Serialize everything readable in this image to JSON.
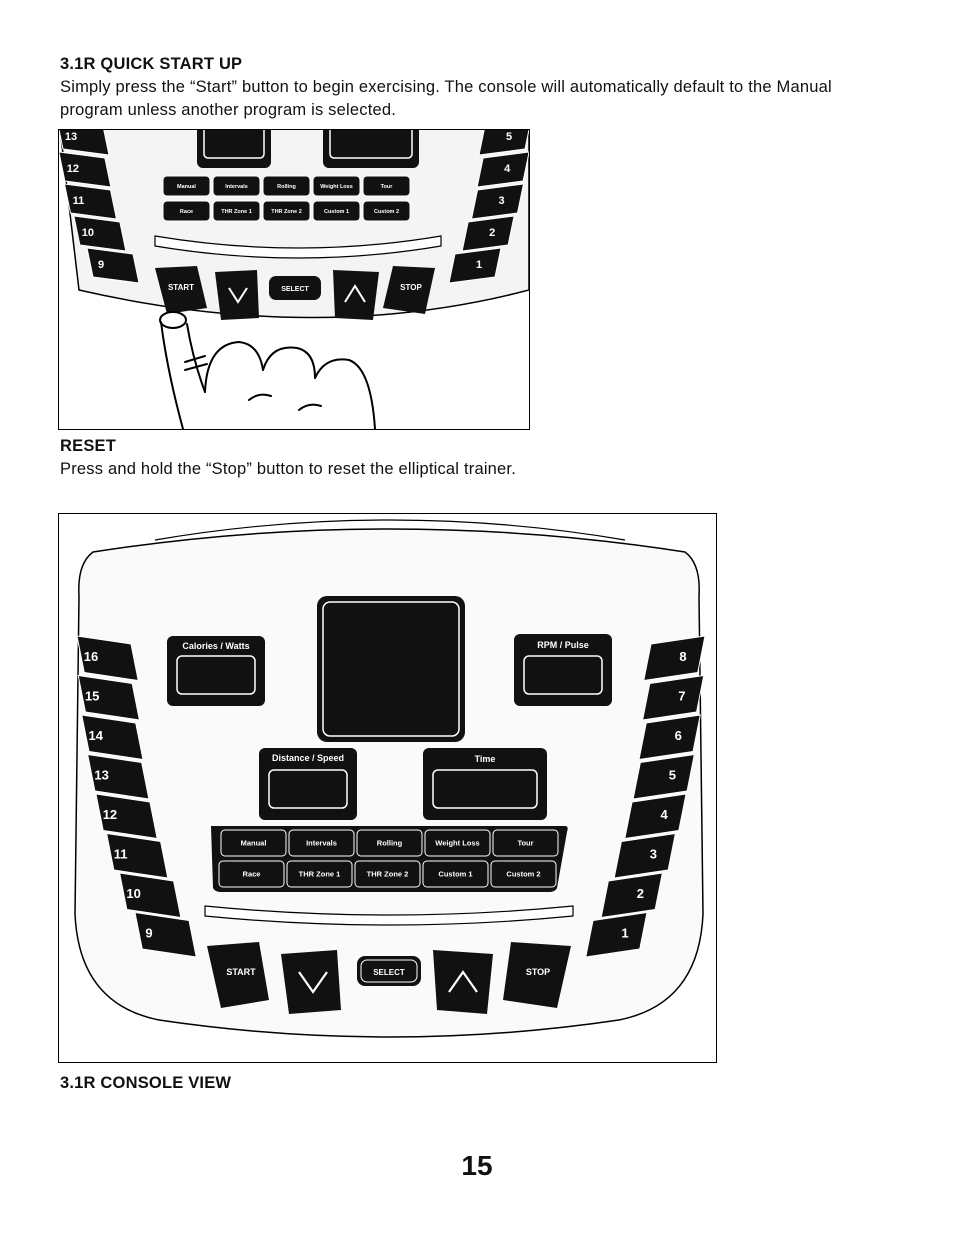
{
  "section1": {
    "heading": "3.1R QUICK START UP",
    "body": "Simply press the “Start” button to begin exercising. The console will automatically default to the Manual program unless another program is selected."
  },
  "section2": {
    "heading": "RESET",
    "body": "Press and hold the “Stop” button to reset the elliptical trainer."
  },
  "caption": "3.1R CONSOLE VIEW",
  "page_number": "15",
  "console": {
    "programs_row1": [
      "Manual",
      "Intervals",
      "Rolling",
      "Weight Loss",
      "Tour"
    ],
    "programs_row2": [
      "Race",
      "THR Zone 1",
      "THR Zone 2",
      "Custom 1",
      "Custom 2"
    ],
    "left_levels": [
      "16",
      "15",
      "14",
      "13",
      "12",
      "11",
      "10",
      "9"
    ],
    "right_levels": [
      "8",
      "7",
      "6",
      "5",
      "4",
      "3",
      "2",
      "1"
    ],
    "displays": {
      "calories": "Calories / Watts",
      "rpm": "RPM / Pulse",
      "distance": "Distance / Speed",
      "time": "Time"
    },
    "buttons": {
      "start": "START",
      "select": "SELECT",
      "stop": "STOP"
    }
  },
  "closeup": {
    "left_levels": [
      "13",
      "12",
      "11",
      "10",
      "9"
    ],
    "right_levels": [
      "5",
      "4",
      "3",
      "2",
      "1"
    ]
  }
}
